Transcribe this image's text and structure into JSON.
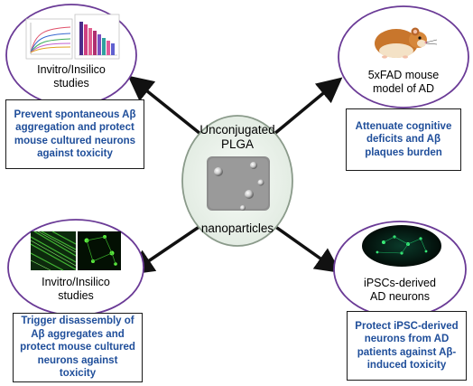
{
  "center": {
    "line1": "Unconjugated",
    "line2": "PLGA",
    "line3": "nanoparticles"
  },
  "top_left": {
    "label_line1": "Invitro/Insilico",
    "label_line2": "studies",
    "box_line1": "Prevent spontaneous Aβ",
    "box_line2": "aggregation and protect",
    "box_line3": "mouse cultured neurons",
    "box_line4": "against toxicity"
  },
  "top_right": {
    "label_line1": "5xFAD mouse",
    "label_line2": "model of AD",
    "box_line1": "Attenuate cognitive",
    "box_line2": "deficits and Aβ",
    "box_line3": "plaques burden"
  },
  "bottom_left": {
    "label_line1": "Invitro/Insilico",
    "label_line2": "studies",
    "box_line1": "Trigger disassembly of",
    "box_line2": "Aβ aggregates and",
    "box_line3": "protect mouse cultured",
    "box_line4": "neurons against toxicity"
  },
  "bottom_right": {
    "label_line1": "iPSCs-derived",
    "label_line2": "AD neurons",
    "box_line1": "Protect iPSC-derived",
    "box_line2": "neurons from AD",
    "box_line3": "patients  against Aβ-",
    "box_line4": "induced toxicity"
  },
  "colors": {
    "ellipse_border": "#6a3a96",
    "center_fill": "#eef5ee",
    "center_border": "#8a9a8a",
    "box_text": "#1f4e9a",
    "arrow": "#111111"
  },
  "icons": [
    "line-chart-thumbnail",
    "bar-chart-thumbnail",
    "hamster-icon",
    "fluorescent-neurons-image",
    "neuron-cluster-image",
    "nanoparticle-micrograph"
  ]
}
